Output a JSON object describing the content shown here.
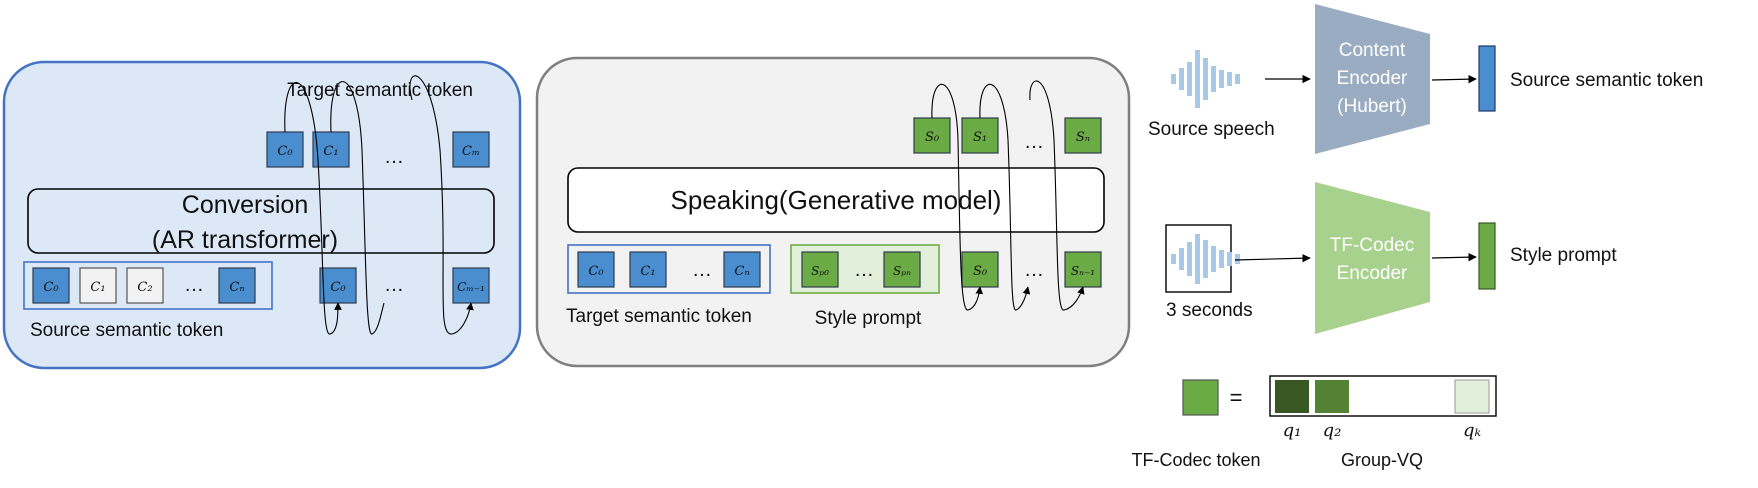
{
  "conversion": {
    "title_line1": "Conversion",
    "title_line2": "(AR transformer)",
    "target_label": "Target semantic token",
    "source_label": "Source semantic token",
    "source_tokens": [
      "C₀",
      "C₁",
      "C₂",
      "Cₙ"
    ],
    "input_target_tokens": [
      "C₀",
      "Cₘ₋₁"
    ],
    "output_tokens": [
      "C₀",
      "C₁",
      "Cₘ"
    ],
    "ellipsis": "…"
  },
  "speaking": {
    "title": "Speaking(Generative model)",
    "target_label": "Target semantic token",
    "style_label": "Style prompt",
    "target_tokens": [
      "C₀",
      "C₁",
      "Cₙ"
    ],
    "style_tokens": [
      "Sₚ₀",
      "Sₚₙ"
    ],
    "input_tokens": [
      "S₀",
      "Sₙ₋₁"
    ],
    "output_tokens": [
      "S₀",
      "S₁",
      "Sₙ"
    ],
    "ellipsis": "…"
  },
  "right": {
    "source_speech_label": "Source speech",
    "content_encoder": [
      "Content",
      "Encoder",
      "(Hubert)"
    ],
    "source_token_label": "Source semantic token",
    "three_seconds_label": "3 seconds",
    "tfcodec_encoder": [
      "TF-Codec",
      "Encoder"
    ],
    "style_prompt_label": "Style prompt",
    "equals": "=",
    "q_labels": [
      "q₁",
      "q₂",
      "qₖ"
    ],
    "tfcodec_token_label": "TF-Codec token",
    "groupvq_label": "Group-VQ"
  },
  "colors": {
    "blue_token": "#4a8ed0",
    "green_token": "#6aab46",
    "light_token": "#f2f2f2",
    "panel_blue_fill": "#dce8f6",
    "panel_blue_stroke": "#4472c4",
    "panel_gray_fill": "#f2f2f2",
    "panel_gray_stroke": "#7f7f7f",
    "content_encoder_fill": "#9aacc2",
    "tfcodec_fill": "#a9d18e",
    "wave": "#a8c8ea",
    "q1": "#385723",
    "q2": "#548235",
    "qk": "#e2efda"
  }
}
